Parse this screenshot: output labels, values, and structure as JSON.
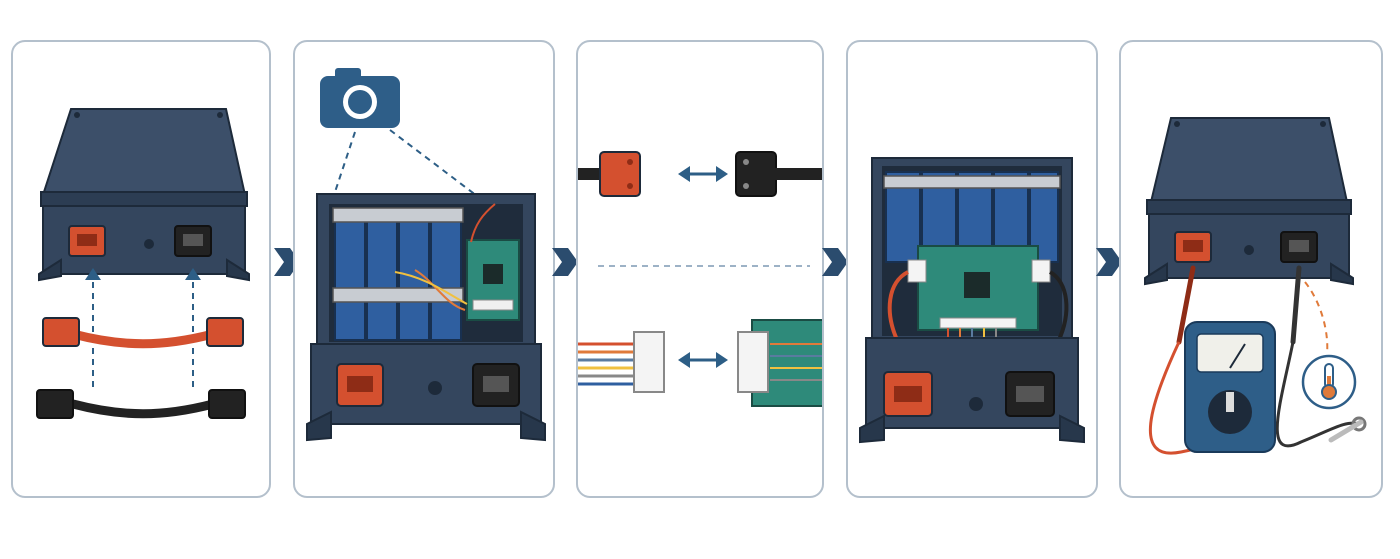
{
  "diagram": {
    "title": "",
    "steps": [
      {
        "id": "step-1",
        "label": ""
      },
      {
        "id": "step-2",
        "label": ""
      },
      {
        "id": "step-3",
        "label": ""
      },
      {
        "id": "step-4",
        "label": ""
      },
      {
        "id": "step-5",
        "label": ""
      }
    ],
    "icons": [
      "camera-icon",
      "thermometer-icon",
      "double-arrow-icon",
      "step-arrow-icon"
    ],
    "colors": {
      "panel_border": "#b4c0cc",
      "enclosure": "#34465e",
      "enclosure_dark": "#27374b",
      "red_connector": "#d4502f",
      "black_connector": "#222222",
      "accent_blue": "#2d5e86",
      "battery_cell": "#2f5fa0",
      "pcb_green": "#2e8a7a",
      "orange_dashed": "#e07a3a"
    }
  }
}
